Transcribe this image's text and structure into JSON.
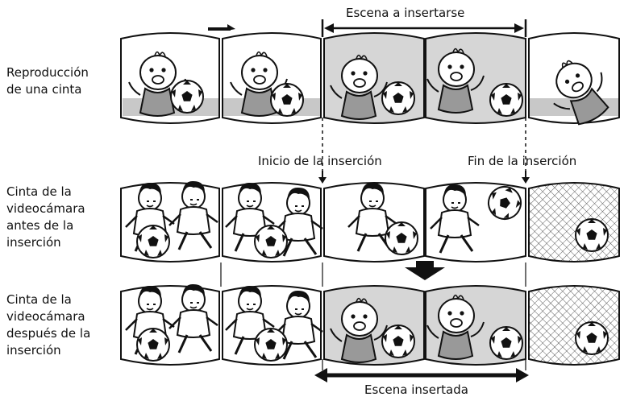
{
  "labels": {
    "inserted_scene_top": "Escena a insertarse",
    "insert_start": "Inicio de la inserción",
    "insert_end": "Fin de la inserción",
    "inserted_scene_bottom": "Escena insertada"
  },
  "rows": [
    {
      "label": "Reproducción\nde una cinta"
    },
    {
      "label": "Cinta de la\nvideocámara\nantes de la\ninserción"
    },
    {
      "label": "Cinta de la\nvideocámara\ndespués de la\ninserción"
    }
  ],
  "colors": {
    "stroke": "#111111",
    "shade": "#d0d0d0",
    "light": "#ffffff"
  }
}
